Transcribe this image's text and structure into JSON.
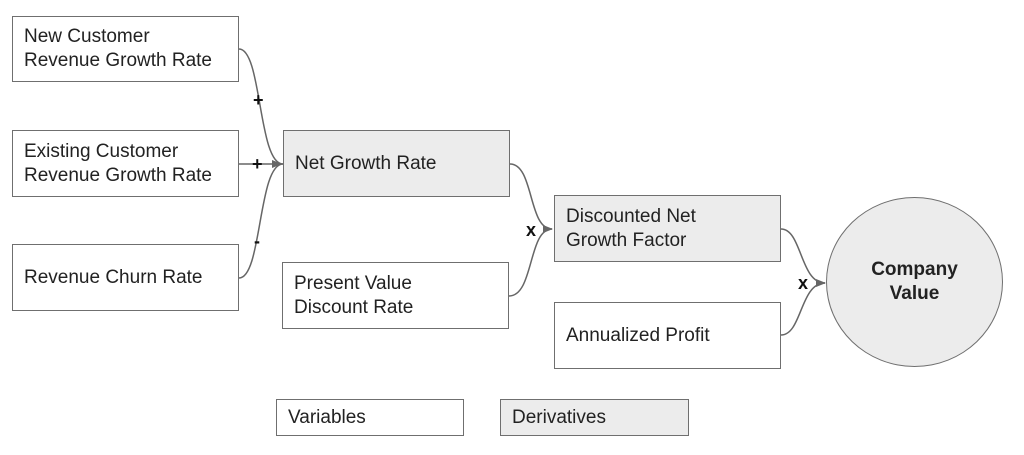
{
  "nodes": {
    "new_customer": {
      "lines": [
        "New Customer",
        "Revenue Growth Rate"
      ]
    },
    "existing_customer": {
      "lines": [
        "Existing Customer",
        "Revenue Growth Rate"
      ]
    },
    "churn": {
      "lines": [
        "Revenue Churn Rate"
      ]
    },
    "net_growth": {
      "lines": [
        "Net Growth Rate"
      ]
    },
    "pv_discount": {
      "lines": [
        "Present Value",
        "Discount Rate"
      ]
    },
    "discounted_factor": {
      "lines": [
        "Discounted Net",
        "Growth Factor"
      ]
    },
    "annualized_profit": {
      "lines": [
        "Annualized Profit"
      ]
    },
    "company_value": {
      "lines": [
        "Company",
        "Value"
      ]
    }
  },
  "operators": {
    "plus_1": "+",
    "plus_2": "+",
    "minus": "-",
    "times_1": "x",
    "times_2": "x"
  },
  "legend": {
    "variables": "Variables",
    "derivatives": "Derivatives"
  },
  "colors": {
    "variable_fill": "#ffffff",
    "derivative_fill": "#ececec",
    "border": "#6f6f6f",
    "connector": "#666666"
  }
}
